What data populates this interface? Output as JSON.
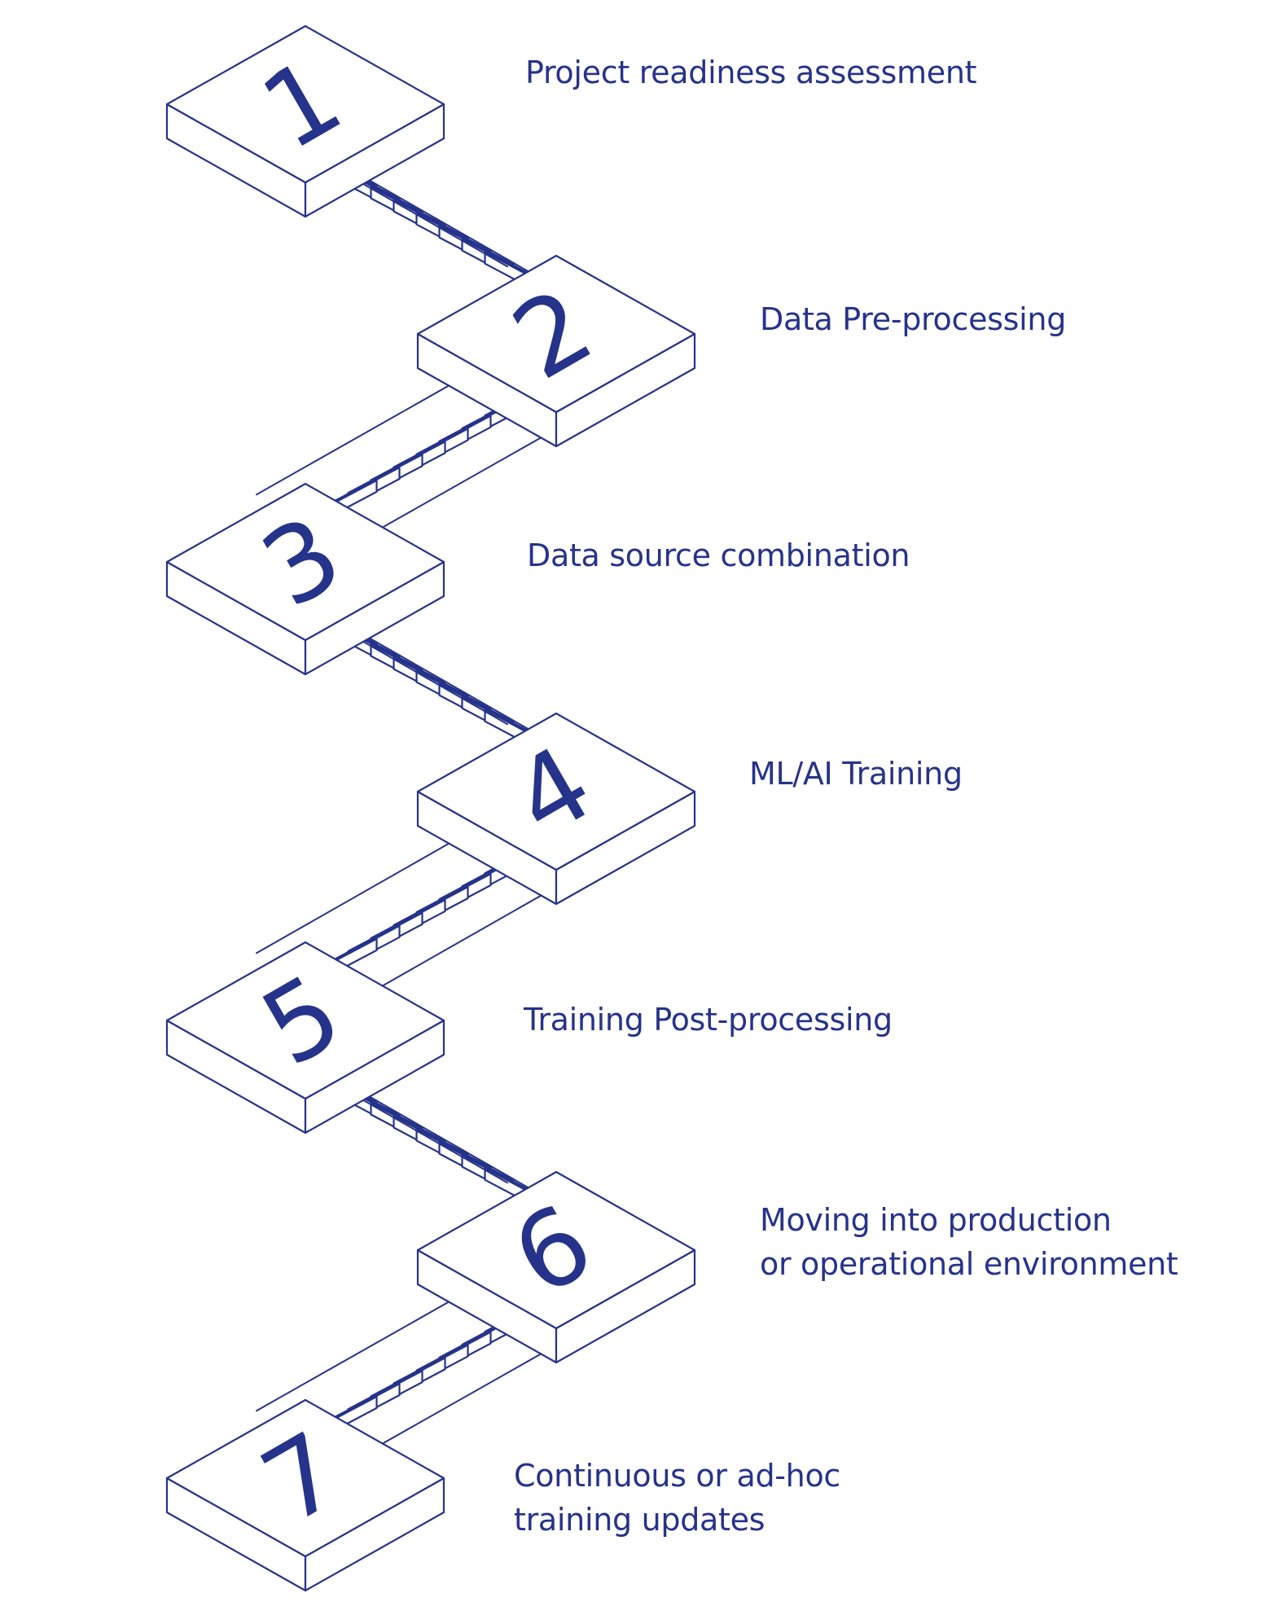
{
  "color": "#26338a",
  "steps": [
    {
      "number": "1",
      "label": "Project readiness assessment",
      "lines": [
        "Project readiness assessment"
      ]
    },
    {
      "number": "2",
      "label": "Data Pre-processing",
      "lines": [
        "Data Pre-processing"
      ]
    },
    {
      "number": "3",
      "label": "Data source combination",
      "lines": [
        "Data source combination"
      ]
    },
    {
      "number": "4",
      "label": "ML/AI Training",
      "lines": [
        "ML/AI Training"
      ]
    },
    {
      "number": "5",
      "label": "Training Post-processing",
      "lines": [
        "Training Post-processing"
      ]
    },
    {
      "number": "6",
      "label": "Moving into production or operational environment",
      "lines": [
        "Moving into production",
        "or operational environment"
      ]
    },
    {
      "number": "7",
      "label": "Continuous or ad-hoc training updates",
      "lines": [
        "Continuous or ad-hoc",
        "training updates"
      ]
    }
  ]
}
